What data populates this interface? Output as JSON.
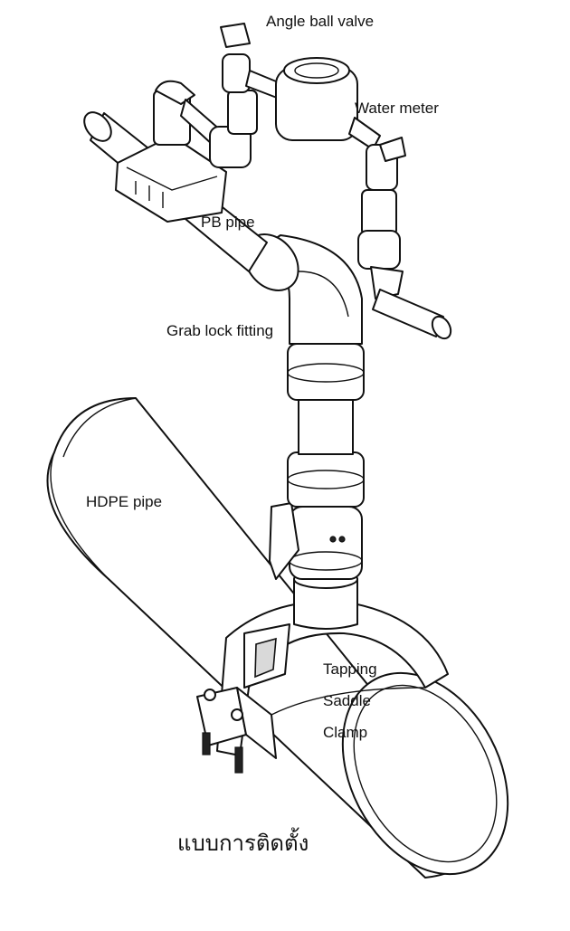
{
  "labels": {
    "angle_ball_valve": "Angle ball valve",
    "water_meter": "Water meter",
    "pb_pipe": "PB pipe",
    "grab_lock_fitting": "Grab lock fitting",
    "hdpe_pipe": "HDPE pipe",
    "tapping": "Tapping",
    "saddle": "Saddle",
    "clamp": "Clamp"
  },
  "caption": "แบบการติดตั้ง",
  "colors": {
    "line": "#111111",
    "background": "#ffffff",
    "shade": "#d9d9d9"
  }
}
